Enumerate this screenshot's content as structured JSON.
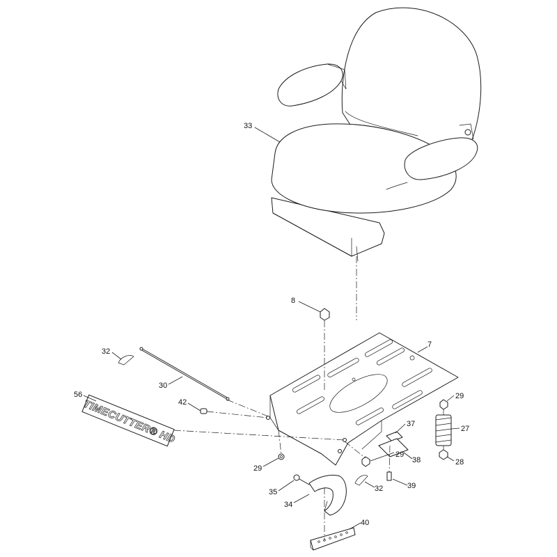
{
  "callouts": [
    "33",
    "8",
    "7",
    "32",
    "30",
    "56",
    "42",
    "29",
    "27",
    "37",
    "29",
    "38",
    "28",
    "29",
    "35",
    "34",
    "32",
    "39",
    "40"
  ],
  "logo": {
    "text": "TIMECUTTER® HD"
  }
}
